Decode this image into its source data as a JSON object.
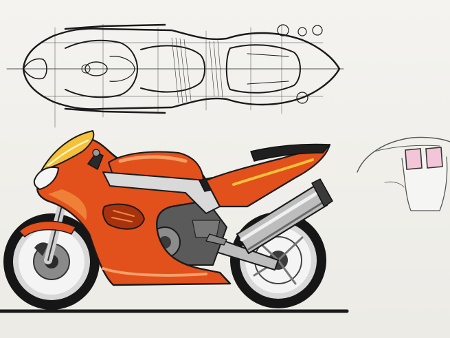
{
  "sheet": {
    "background": "#f1f0ec",
    "ink": "#1a1a1a",
    "paint_main": "#e2501c",
    "paint_light": "#f08a3c",
    "paint_dark": "#a8320e",
    "yellow_accent": "#f3c13a",
    "chrome": "#c9c9c9",
    "taillight": "#f2c6d8"
  },
  "views": [
    {
      "name": "top-plan-view",
      "kind": "line sketch"
    },
    {
      "name": "side-elevation-view",
      "kind": "marker rendering"
    },
    {
      "name": "tail-detail-view",
      "kind": "line sketch"
    }
  ]
}
